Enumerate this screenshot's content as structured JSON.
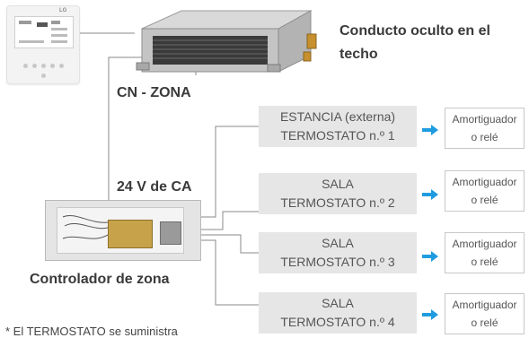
{
  "duct_label": "Conducto oculto en el techo",
  "cn_label": "CN - ZONA",
  "voltage_label": "24 V de CA",
  "zone_controller_label": "Controlador de zona",
  "footnote": "* El TERMOSTATO se suministra",
  "remote_logo": "LG",
  "thermostats": [
    {
      "line1": "ESTANCIA (externa)",
      "line2": "TERMOSTATO n.º 1"
    },
    {
      "line1": "SALA",
      "line2": "TERMOSTATO n.º 2"
    },
    {
      "line1": "SALA",
      "line2": "TERMOSTATO n.º 3"
    },
    {
      "line1": "SALA",
      "line2": "TERMOSTATO n.º 4"
    }
  ],
  "dampers": [
    {
      "line1": "Amortiguador",
      "line2": "o relé"
    },
    {
      "line1": "Amortiguador",
      "line2": "o relé"
    },
    {
      "line1": "Amortiguador",
      "line2": "o relé"
    },
    {
      "line1": "Amortiguador",
      "line2": "o relé"
    }
  ],
  "colors": {
    "arrow": "#1f9be0",
    "wire": "#8a8a8a",
    "thermostat_fill": "#e6e6e6",
    "board": "#c8a24a"
  }
}
